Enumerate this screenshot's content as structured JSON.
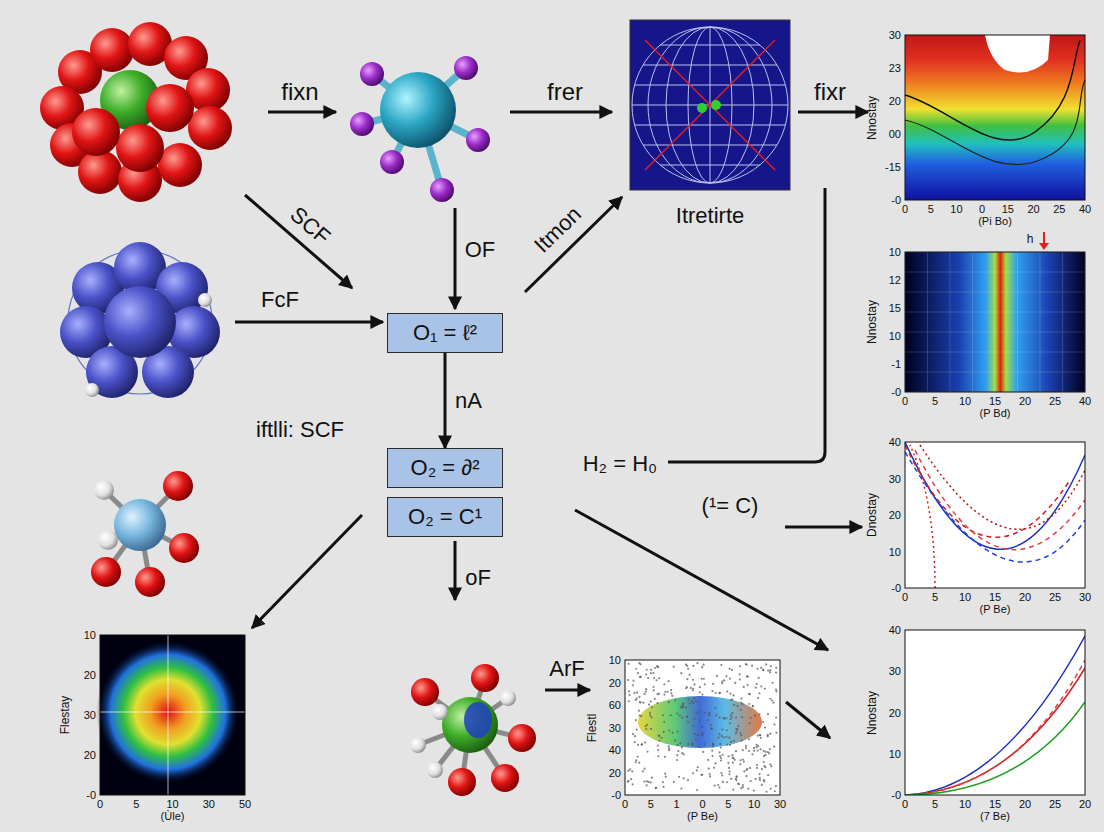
{
  "diagram": {
    "nodes": [
      {
        "text": [
          "O₁ = ℓ²"
        ]
      },
      {
        "text": [
          "O₂ = ∂²"
        ]
      },
      {
        "text": [
          "O₂ = C¹"
        ]
      }
    ],
    "edges": [
      {
        "from": 0,
        "to": 1,
        "arrow": "to",
        "label": "nA"
      }
    ],
    "labels": [
      "fixn",
      "frer",
      "fixr",
      "Itretirte",
      "SCF",
      "OF",
      "Itmon",
      "FcF",
      "iftlli: SCF",
      "H₂ = H₀",
      "(¹= C)",
      "oF",
      "ArF",
      "h",
      "30",
      "23",
      "20",
      "00",
      "-15",
      "-0",
      "0",
      "5",
      "10",
      "0",
      "15",
      "20",
      "25",
      "40",
      "Nnostay",
      "(Pi Bo)",
      "10",
      "12",
      "15",
      "10",
      "-1",
      "-0",
      "0",
      "5",
      "10",
      "15",
      "20",
      "25",
      "40",
      "Nnostay",
      "(P Bd)",
      "40",
      "30",
      "20",
      "10",
      "-0",
      "0",
      "5",
      "10",
      "15",
      "20",
      "25",
      "30",
      "Dnostay",
      "(P Be)",
      "40",
      "30",
      "20",
      "10",
      "-0",
      "0",
      "5",
      "10",
      "15",
      "20",
      "25",
      "20",
      "Nnostay",
      "(7 Be)",
      "10",
      "20",
      "30",
      "20",
      "-0",
      "0",
      "5",
      "10",
      "30",
      "50",
      "Flestay",
      "(Ùle)",
      "10",
      "20",
      "60",
      "30",
      "40",
      "20",
      "-0",
      "0",
      "5",
      "1",
      "0",
      "5",
      "10",
      "30",
      "Flestl",
      "(P Be)"
    ]
  }
}
